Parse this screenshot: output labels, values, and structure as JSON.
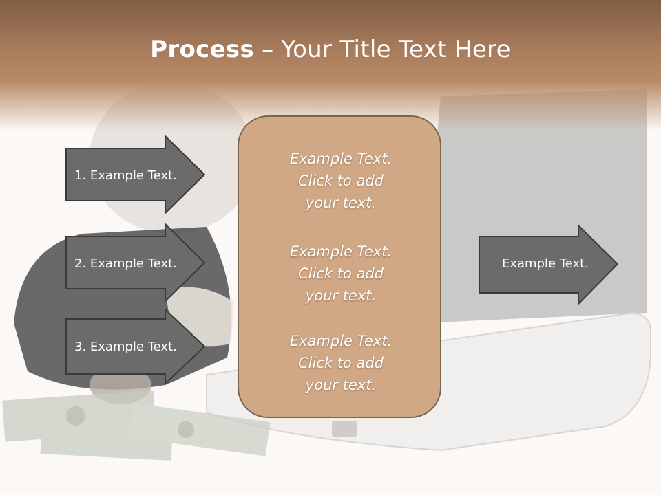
{
  "title": {
    "bold": "Process",
    "rest": " – Your Title Text Here"
  },
  "left_arrows": [
    {
      "label": "1. Example Text."
    },
    {
      "label": "2. Example Text."
    },
    {
      "label": "3. Example Text."
    }
  ],
  "center_items": [
    {
      "line1": "Example Text.",
      "line2": "Click  to add",
      "line3": "your text."
    },
    {
      "line1": "Example Text.",
      "line2": "Click  to add",
      "line3": "your text."
    },
    {
      "line1": "Example Text.",
      "line2": "Click  to add",
      "line3": "your text."
    }
  ],
  "right_arrow": {
    "label": "Example Text."
  },
  "colors": {
    "header": "#a57a5a",
    "arrow_fill": "#6b6b6b",
    "box_fill": "#d0a886"
  }
}
